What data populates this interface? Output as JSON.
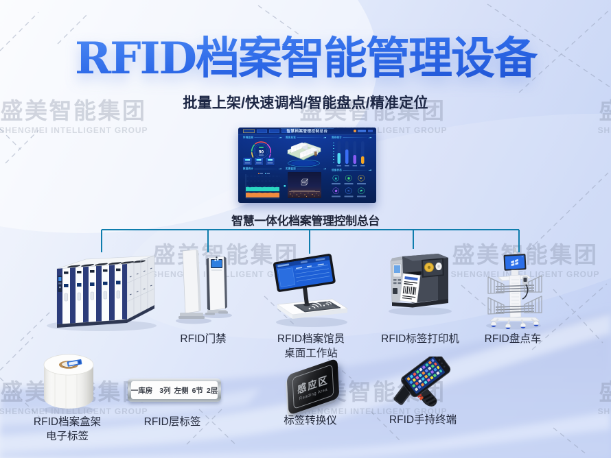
{
  "title": "RFID档案智能管理设备",
  "subtitle": "批量上架/快速调档/智能盘点/精准定位",
  "watermark": {
    "cn": "盛美智能集团",
    "en": "SHENGMEI INTELLIGENT GROUP"
  },
  "console": {
    "screen_title": "智慧档案管理控制总台",
    "caption": "智慧一体化档案管理控制总台",
    "gauge_value": "90"
  },
  "devices": {
    "gate": {
      "label": "RFID门禁"
    },
    "workstation": {
      "label_line1": "RFID档案馆员",
      "label_line2": "桌面工作站"
    },
    "printer": {
      "label": "RFID标签打印机"
    },
    "cart": {
      "label": "RFID盘点车"
    },
    "box_labels": {
      "label_line1": "RFID档案盒架",
      "label_line2": "电子标签"
    },
    "shelf_tag": {
      "label": "RFID层标签",
      "plate": {
        "room": "一库房",
        "col": "3列",
        "side": "左侧",
        "section": "6节",
        "layer": "2层"
      }
    },
    "converter": {
      "label": "标签转换仪",
      "pad_text_cn": "感应区",
      "pad_text_en": "Reading Area"
    },
    "handheld": {
      "label": "RFID手持终端"
    }
  },
  "colors": {
    "title_gradient_top": "#5390f6",
    "title_gradient_bottom": "#1c4ecf",
    "connector": "#0e7dad",
    "background_top": "#f7f8fd",
    "background_bottom": "#c5d2f4",
    "dashboard_bg": "#0b2c7e"
  }
}
